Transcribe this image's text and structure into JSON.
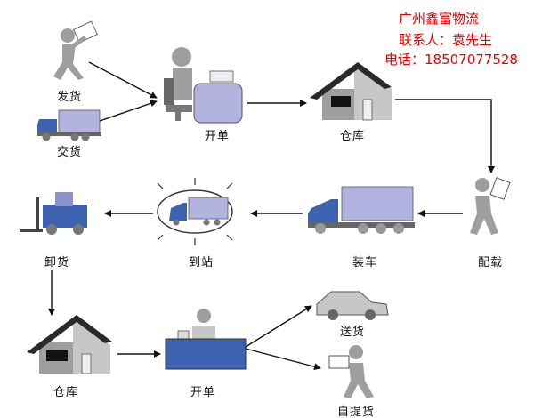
{
  "contact": {
    "company": "广州鑫富物流",
    "person": "联系人：袁先生",
    "phone": "电话：18507077528"
  },
  "labels": {
    "fa_huo": "发货",
    "jiao_huo": "交货",
    "kai_dan_1": "开单",
    "cang_ku_1": "仓库",
    "pei_zai": "配载",
    "zhuang_che": "装车",
    "dao_zhan": "到站",
    "xie_huo": "卸货",
    "cang_ku_2": "仓库",
    "kai_dan_2": "开单",
    "song_huo": "送货",
    "zi_ti_huo": "自提货"
  },
  "colors": {
    "gray": "#9e9e9e",
    "cargo": "#b3b3e0",
    "blue": "#3d62b0",
    "roof": "#2a2a2a",
    "contact": "#e60000"
  }
}
